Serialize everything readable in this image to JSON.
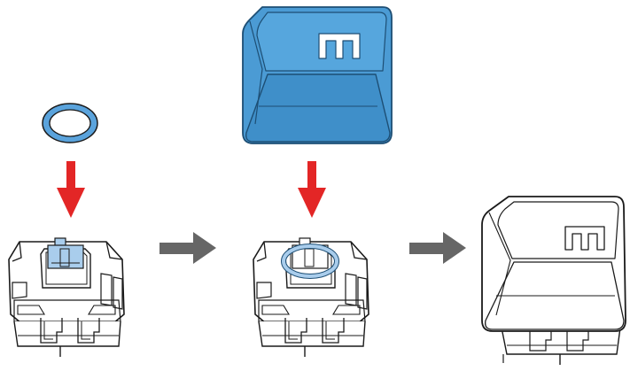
{
  "steps": [
    {
      "id": "switch-with-oring",
      "legend": ""
    },
    {
      "id": "switch-oring-installed",
      "legend": ""
    },
    {
      "id": "assembled-key",
      "legend": ""
    }
  ],
  "colors": {
    "keycap_fill": "#4b9bd4",
    "keycap_fill_dark": "#2f7fba",
    "keycap_edge": "#1d4e74",
    "oring_fill": "#5aa3dc",
    "oring_light": "#a9cdec",
    "arrow_down": "#e32626",
    "arrow_right": "#666666",
    "stem_fill": "#a9cdec",
    "outline": "#1a1a1a",
    "white": "#ffffff"
  },
  "icons": {
    "oring": "o-ring-icon",
    "keycap_legend": "m-legend-icon",
    "arrow_down": "arrow-down-icon",
    "arrow_right": "arrow-right-icon",
    "switch": "switch-icon"
  }
}
